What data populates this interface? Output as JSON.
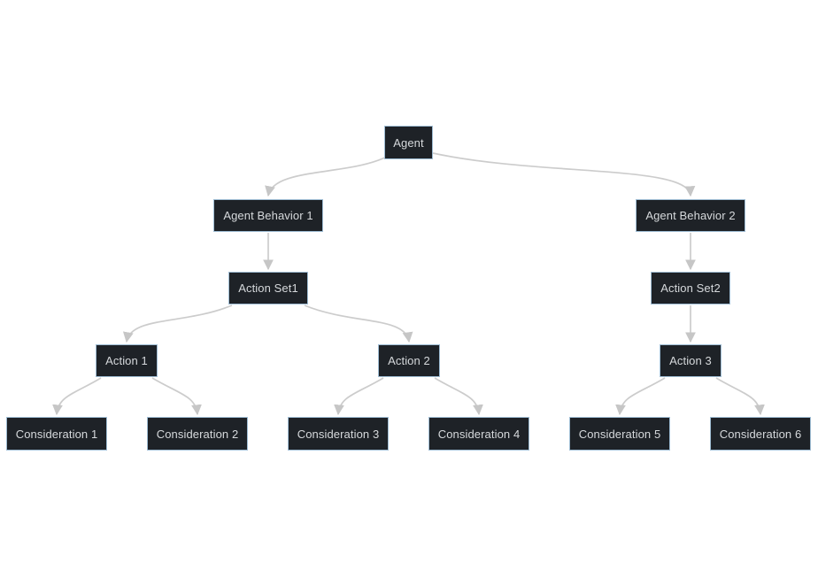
{
  "diagram": {
    "kind": "tree-flowchart",
    "background_color": "#ffffff",
    "node_fill_color": "#1e2227",
    "node_border_color": "#9fbdd4",
    "node_text_color": "#d6d9dc",
    "edge_color": "#cccccc",
    "arrowhead_color": "#c6c6c6",
    "nodes": [
      {
        "id": "agent",
        "label": "Agent"
      },
      {
        "id": "agent-behavior-1",
        "label": "Agent Behavior 1"
      },
      {
        "id": "agent-behavior-2",
        "label": "Agent Behavior 2"
      },
      {
        "id": "action-set-1",
        "label": "Action Set1"
      },
      {
        "id": "action-set-2",
        "label": "Action Set2"
      },
      {
        "id": "action-1",
        "label": "Action 1"
      },
      {
        "id": "action-2",
        "label": "Action 2"
      },
      {
        "id": "action-3",
        "label": "Action 3"
      },
      {
        "id": "consideration-1",
        "label": "Consideration 1"
      },
      {
        "id": "consideration-2",
        "label": "Consideration 2"
      },
      {
        "id": "consideration-3",
        "label": "Consideration 3"
      },
      {
        "id": "consideration-4",
        "label": "Consideration 4"
      },
      {
        "id": "consideration-5",
        "label": "Consideration 5"
      },
      {
        "id": "consideration-6",
        "label": "Consideration 6"
      }
    ],
    "edges": [
      {
        "from": "agent",
        "to": "agent-behavior-1"
      },
      {
        "from": "agent",
        "to": "agent-behavior-2"
      },
      {
        "from": "agent-behavior-1",
        "to": "action-set-1"
      },
      {
        "from": "agent-behavior-2",
        "to": "action-set-2"
      },
      {
        "from": "action-set-1",
        "to": "action-1"
      },
      {
        "from": "action-set-1",
        "to": "action-2"
      },
      {
        "from": "action-set-2",
        "to": "action-3"
      },
      {
        "from": "action-1",
        "to": "consideration-1"
      },
      {
        "from": "action-1",
        "to": "consideration-2"
      },
      {
        "from": "action-2",
        "to": "consideration-3"
      },
      {
        "from": "action-2",
        "to": "consideration-4"
      },
      {
        "from": "action-3",
        "to": "consideration-5"
      },
      {
        "from": "action-3",
        "to": "consideration-6"
      }
    ]
  }
}
